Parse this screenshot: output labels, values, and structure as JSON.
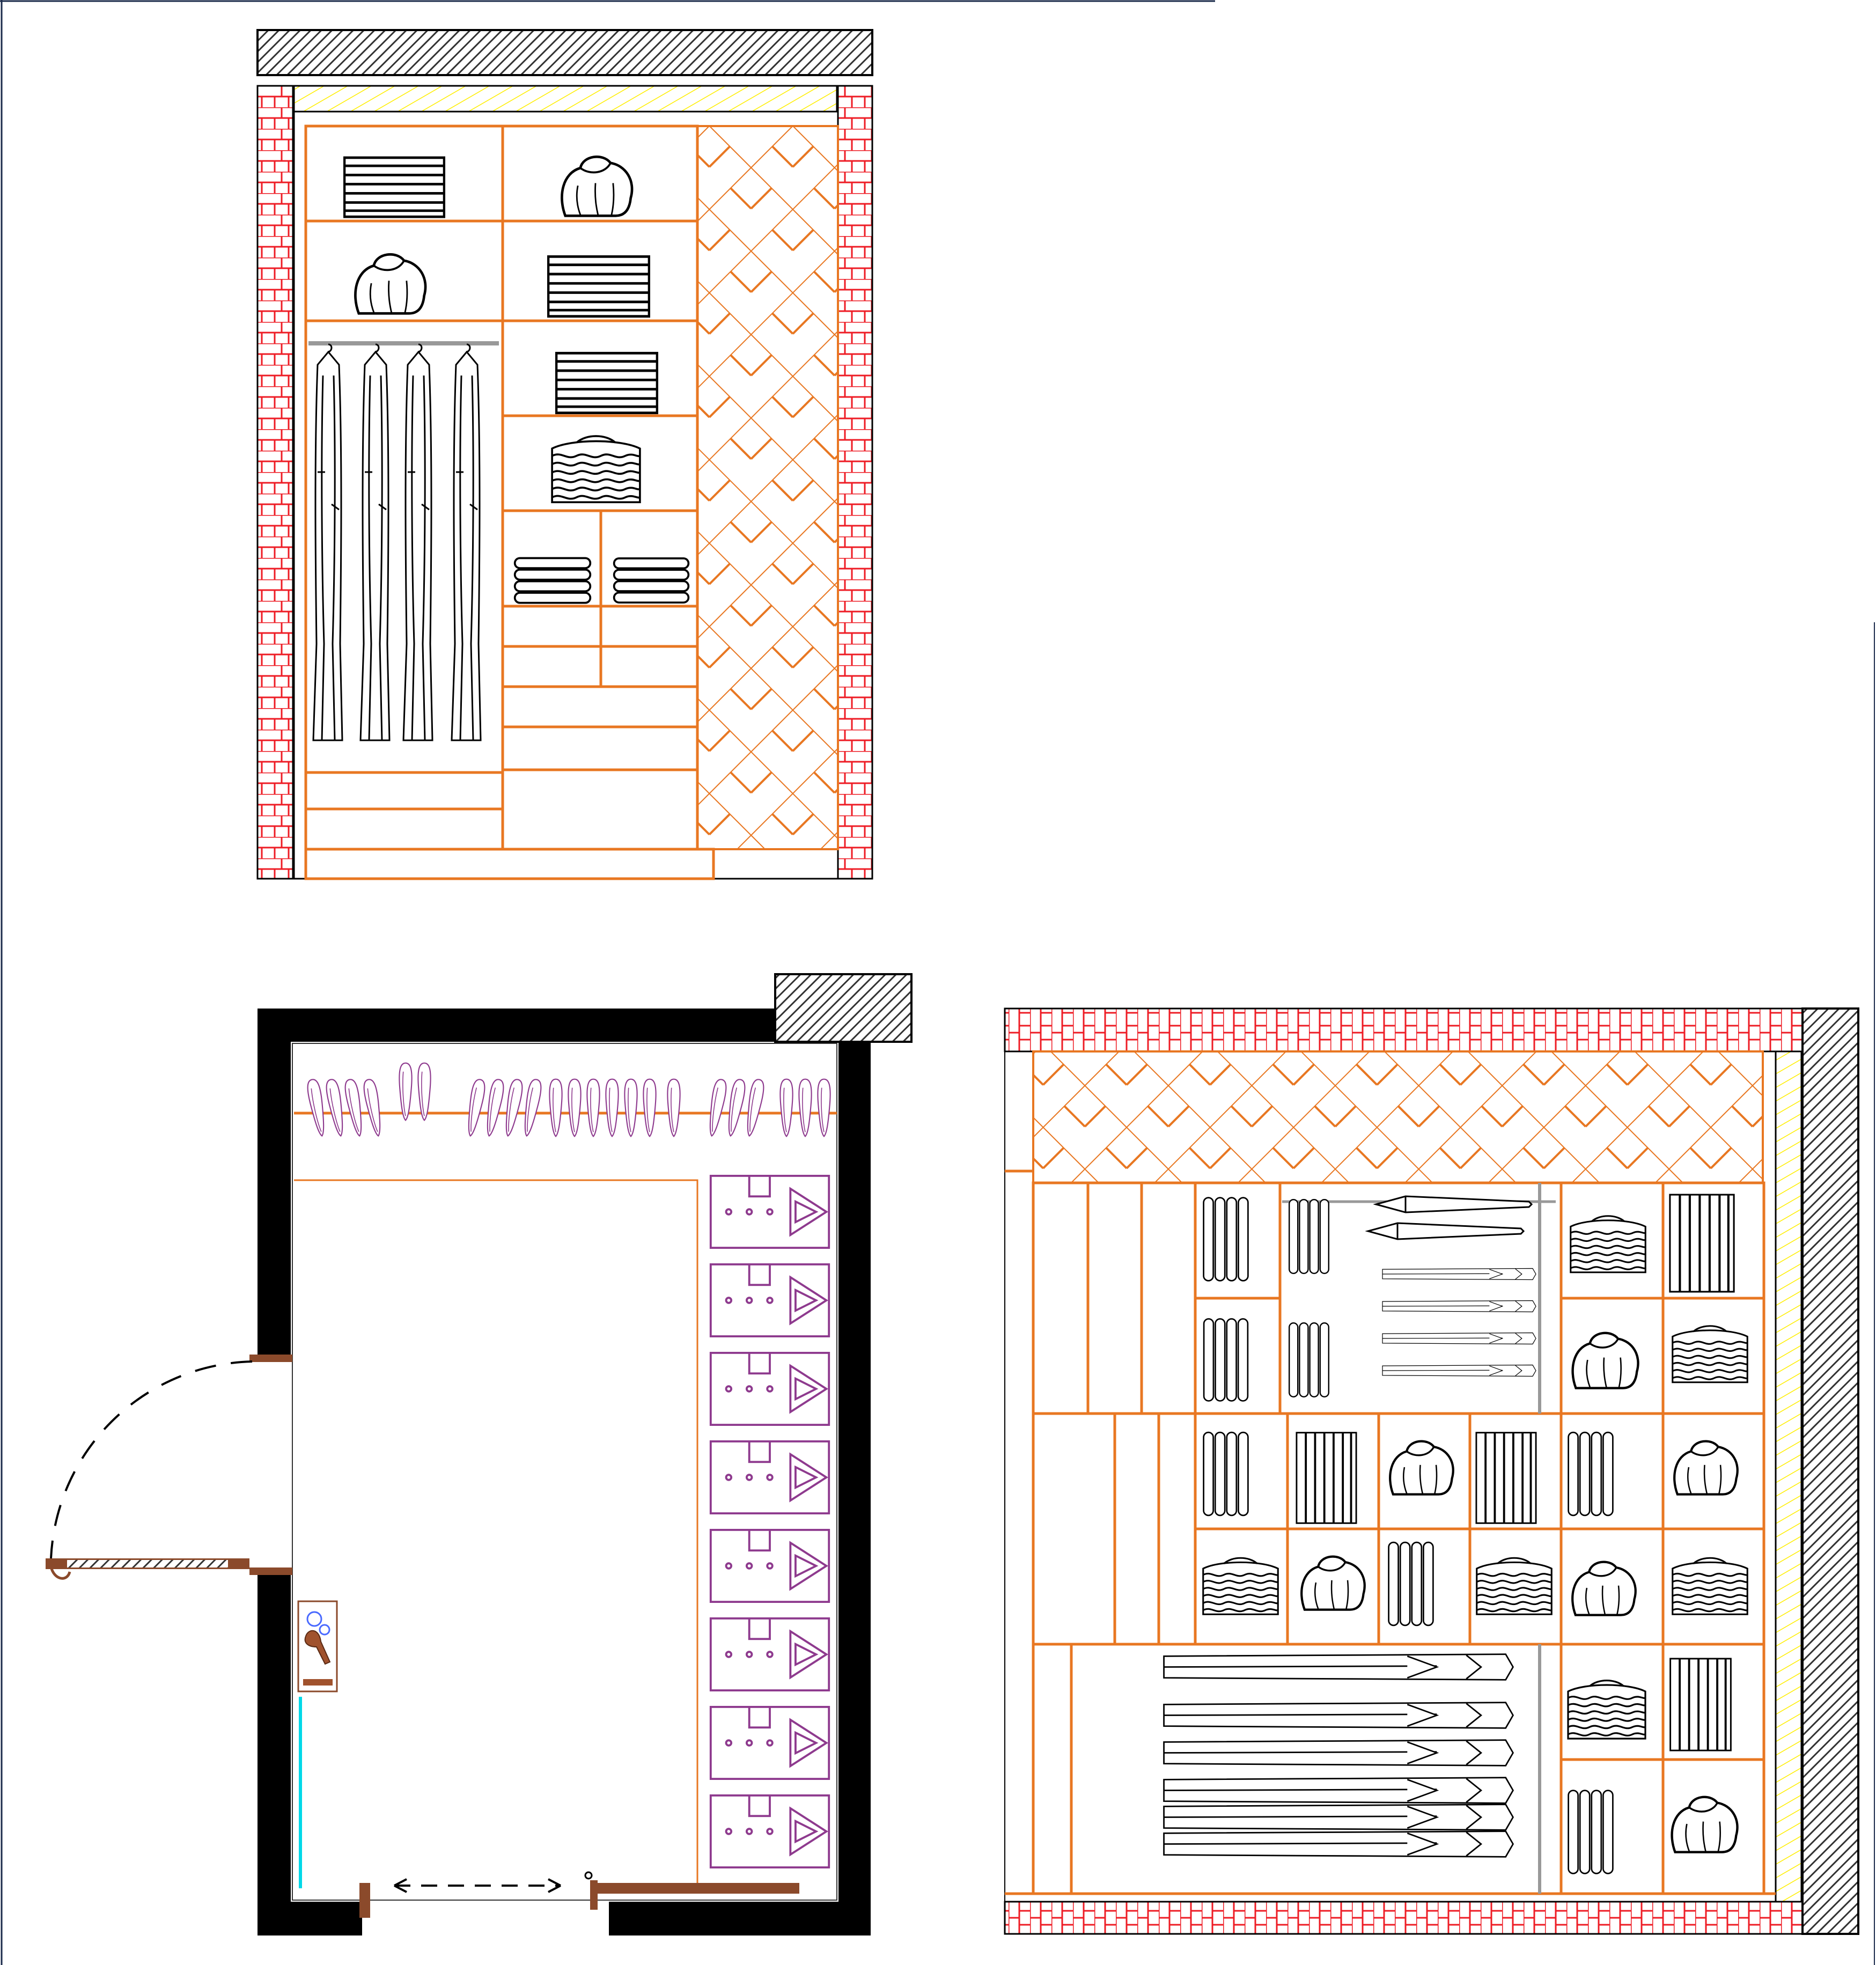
{
  "drawing": {
    "views": [
      {
        "id": "elevation-a",
        "kind": "wardrobe front elevation"
      },
      {
        "id": "plan",
        "kind": "walk-in closet floor plan"
      },
      {
        "id": "elevation-b",
        "kind": "wardrobe front elevation"
      }
    ],
    "colors": {
      "casework": "#e87722",
      "brick": "#ee1c25",
      "insulation": "#ffee00",
      "clothing": "#000000",
      "plan_garments": "#8e3a8e",
      "door": "#8b4a2b",
      "wall": "#000000",
      "glass": "#00d8e8",
      "hatch": "#444444"
    },
    "symbols": [
      "folded-stack-icon",
      "hat-icon",
      "shirt-stack-icon",
      "hanging-coat-icon",
      "rolled-towel-icon",
      "tie-icon",
      "trouser-icon",
      "shelf-shirt-icon",
      "hanger-icon",
      "door-swing-icon",
      "sliding-arrow-icon",
      "vanity-icon"
    ]
  }
}
